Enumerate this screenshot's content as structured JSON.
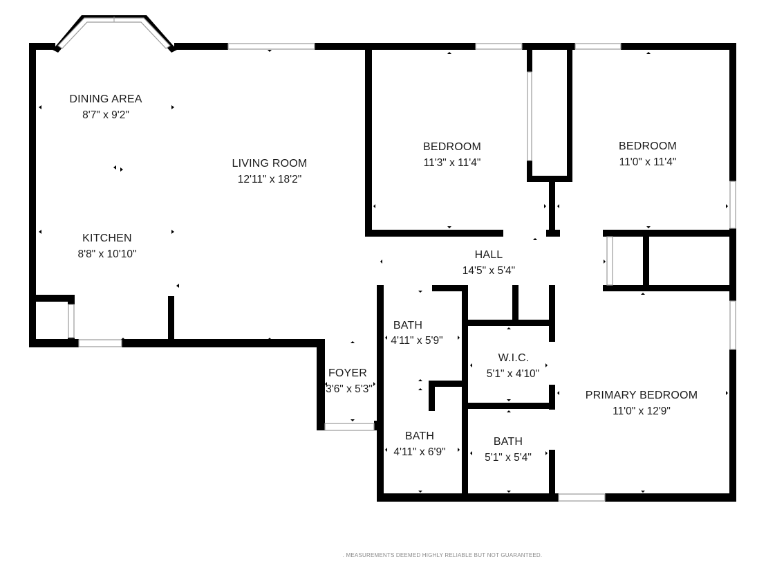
{
  "rooms": {
    "dining": {
      "name": "DINING AREA",
      "dims": "8'7\" x 9'2\""
    },
    "living": {
      "name": "LIVING ROOM",
      "dims": "12'11\" x 18'2\""
    },
    "kitchen": {
      "name": "KITCHEN",
      "dims": "8'8\" x 10'10\""
    },
    "bedroom1": {
      "name": "BEDROOM",
      "dims": "11'3\" x 11'4\""
    },
    "bedroom2": {
      "name": "BEDROOM",
      "dims": "11'0\" x 11'4\""
    },
    "hall": {
      "name": "HALL",
      "dims": "14'5\" x 5'4\""
    },
    "bath1": {
      "name": "BATH",
      "dims": "4'11\" x 5'9\""
    },
    "foyer": {
      "name": "FOYER",
      "dims": "3'6\" x 5'3\""
    },
    "wic": {
      "name": "W.I.C.",
      "dims": "5'1\" x 4'10\""
    },
    "primary": {
      "name": "PRIMARY BEDROOM",
      "dims": "11'0\" x 12'9\""
    },
    "bath2": {
      "name": "BATH",
      "dims": "4'11\" x 6'9\""
    },
    "bath3": {
      "name": "BATH",
      "dims": "5'1\" x 5'4\""
    }
  },
  "disclaimer": ". MEASUREMENTS DEEMED HIGHLY RELIABLE BUT NOT GUARANTEED."
}
